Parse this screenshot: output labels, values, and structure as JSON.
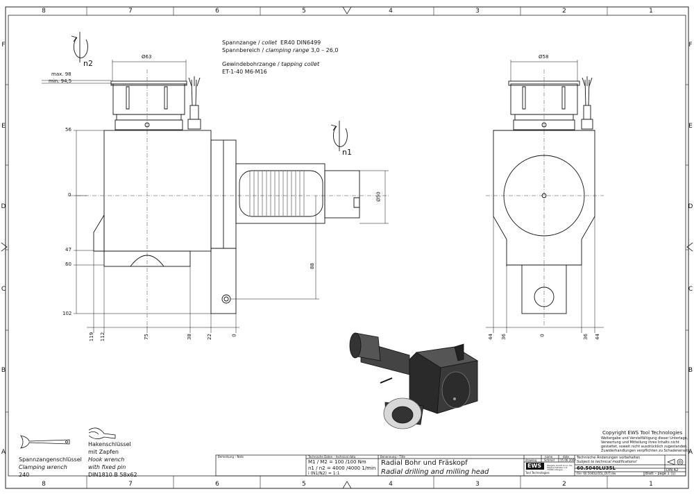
{
  "zones": {
    "columns": [
      "8",
      "7",
      "6",
      "5",
      "4",
      "3",
      "2",
      "1"
    ],
    "rows": [
      "F",
      "E",
      "D",
      "C",
      "B",
      "A"
    ]
  },
  "notes": {
    "collet_de": "Spannzange /",
    "collet_en": "collet",
    "collet_value": "ER40    DIN6499",
    "clamp_de": "Spannbereich /",
    "clamp_en": "clamping range",
    "clamp_value": " 3,0 – 26,0",
    "tap_de": "Gewindebohrzange /",
    "tap_en": "tapping collet",
    "tap_value": "ET-1-40   M6-M16"
  },
  "rotation": {
    "n1": "n1",
    "n2": "n2"
  },
  "dims_left": {
    "dia_top": "Ø63",
    "max": "max. 98",
    "min": "min. 94,5",
    "v56": "56",
    "v0": "0",
    "v47": "47",
    "v60": "60",
    "v102": "102",
    "v88": "88",
    "dia_side": "Ø50",
    "h119": "119",
    "h112": "112",
    "h75": "75",
    "h38": "38",
    "h22": "22",
    "h0": "0"
  },
  "dims_right": {
    "dia_top": "Ø58",
    "h44a": "44",
    "h36a": "36",
    "h0": "0",
    "h36b": "36",
    "h44b": "44"
  },
  "tools": {
    "wrench1_de": "Spannzangenschlüssel",
    "wrench1_en": "Clamping wrench",
    "wrench1_size": "240",
    "wrench2_de1": "Hakenschlüssel",
    "wrench2_de2": "mit Zapfen",
    "wrench2_en1": "Hook wrench",
    "wrench2_en2": "with fixed pin",
    "wrench2_std": "DIN1810 B 58x62"
  },
  "title_block": {
    "remark_label": "Bemerkung – Note",
    "tech_label": "Technische Daten – technical data",
    "torque": "M1 / M2 = 100 /100 Nm",
    "speed": "n1 / n2 = 4000 /4000  1/min",
    "ratio": "i  (N1/N2) = 1:1",
    "name_label": "Benennung – Title",
    "title_de": "Radial Bohr und Fräskopf",
    "title_en": "Radial drilling and milling head",
    "col_name": "name",
    "col_date": "date",
    "row_drawing": "drawing",
    "drawing_name": "Schmid",
    "drawing_date": "15.06.2007",
    "company": "EWS",
    "company_sub": "Tool Technologies",
    "company_addr": "Weigele GmbH & Co. KG  Maybachstraße 1  D-73066 Uhingen",
    "change_de": "Technische Änderungen vorbehalten",
    "change_en": "Subject to technical modifications!",
    "part_no": "60.5040LU35L",
    "format": "DIN A2",
    "file": "File: 60.5040LU35L_DUT.idw",
    "sheet": "Blatt – page  1 (1)"
  },
  "copyright": {
    "line1": "Copyright EWS Tool Technologies",
    "line2": "Weitergabe und Vervielfältigung dieser Unterlage,",
    "line3": "Verwertung und Mitteilung ihres Inhalts nicht",
    "line4": "gestattet, soweit nicht ausdrücklich zugestanden.",
    "line5": "Zuwiderhandlungen verpflichten zu Schadenersatz."
  }
}
